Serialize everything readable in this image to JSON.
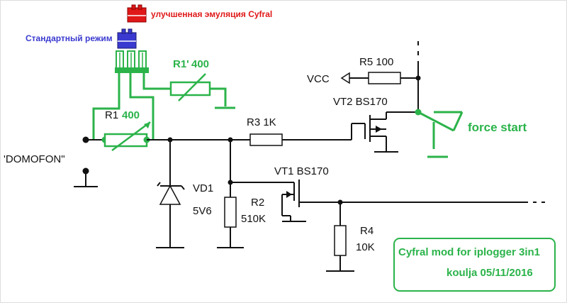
{
  "header": {
    "cyfral_emulation": "улучшенная эмуляция Cyfral",
    "standard_mode": "Стандартный режим"
  },
  "components": {
    "r1_name": "R1",
    "r1_value": "400",
    "r1p_name": "R1'",
    "r1p_value": "400",
    "r5": "R5 100",
    "vcc": "VCC",
    "vt2": "VT2 BS170",
    "r3": "R3 1K",
    "vt1": "VT1 BS170",
    "vd1_name": "VD1",
    "vd1_value": "5V6",
    "r2_name": "R2",
    "r2_value": "510K",
    "r4_name": "R4",
    "r4_value": "10K"
  },
  "labels": {
    "domofon": "'DOMOFON\"",
    "force_start": "force start"
  },
  "info_box": {
    "line1": "Cyfral mod for iplogger 3in1",
    "line2": "koulja 05/11/2016"
  },
  "colors": {
    "wire": "#111111",
    "mod": "#2bb34a",
    "jumper_red": "#e01818",
    "jumper_blue": "#3a3ad0"
  }
}
